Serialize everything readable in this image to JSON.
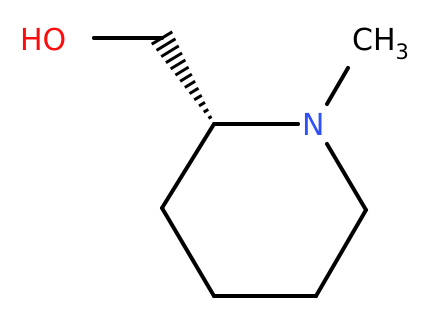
{
  "molecule": {
    "atoms": {
      "hydroxyl": {
        "text": "HO",
        "color": "#ff0d0d"
      },
      "nitrogen": {
        "text": "N",
        "color": "#3050f8"
      },
      "methyl": {
        "text": "CH",
        "subscript": "3",
        "color": "#000000"
      }
    },
    "bond_color": "#000000",
    "stereo_bond": "hashed-wedge"
  }
}
